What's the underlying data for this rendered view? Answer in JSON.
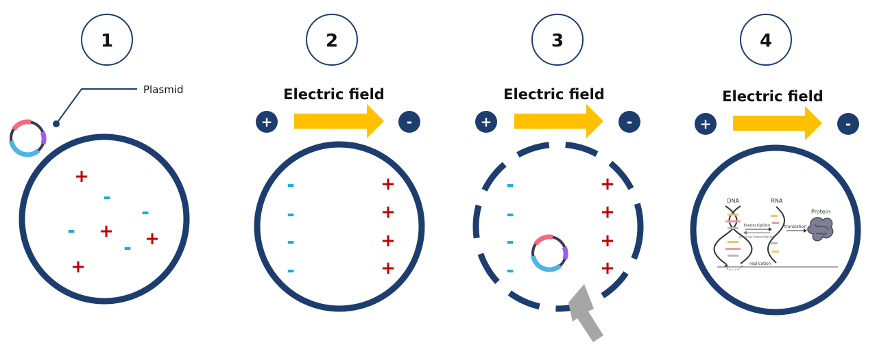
{
  "colors": {
    "navy": "#1c3d6e",
    "red": "#c00000",
    "blue": "#1aaae0",
    "arrow": "#ffc000",
    "gray_arrow": "#a6a6a6",
    "plasmid_pink": "#f26b7f",
    "plasmid_blue": "#4fb3e6",
    "plasmid_purple": "#a05cf0",
    "plasmid_dark": "#3a3a55"
  },
  "steps": [
    {
      "number": "1",
      "plasmid_label": "Plasmid"
    },
    {
      "number": "2",
      "field_label": "Electric field",
      "plus": "+",
      "minus": "-"
    },
    {
      "number": "3",
      "field_label": "Electric field",
      "plus": "+",
      "minus": "-"
    },
    {
      "number": "4",
      "field_label": "Electric field",
      "plus": "+",
      "minus": "-"
    }
  ],
  "charges": {
    "plus": "+",
    "minus": "-"
  },
  "central_dogma": {
    "dna": "DNA",
    "rna": "RNA",
    "protein": "Protein",
    "transcription": "transcription",
    "reverse_transcription": "reverse transcription",
    "translation": "translation",
    "replication": "replication"
  },
  "icons": [
    "plasmid-icon",
    "field-arrow-icon",
    "pointer-arrow-icon",
    "dna-helix-icon",
    "protein-icon"
  ]
}
